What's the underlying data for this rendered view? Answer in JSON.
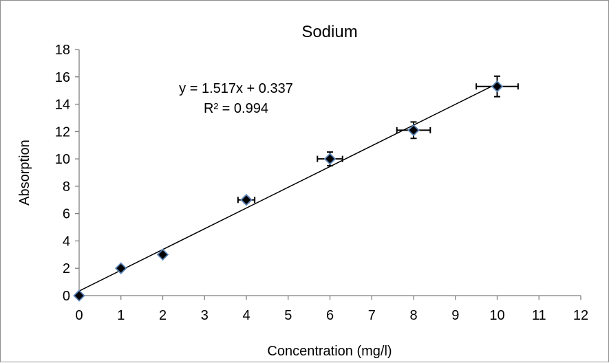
{
  "chart_data": {
    "type": "scatter",
    "title": "Sodium",
    "xlabel": "Concentration (mg/l)",
    "ylabel": "Absorption",
    "xlim": [
      0,
      12
    ],
    "ylim": [
      0,
      18
    ],
    "x_ticks": [
      0,
      1,
      2,
      3,
      4,
      5,
      6,
      7,
      8,
      9,
      10,
      11,
      12
    ],
    "y_ticks": [
      0,
      2,
      4,
      6,
      8,
      10,
      12,
      14,
      16,
      18
    ],
    "grid": false,
    "legend": "none",
    "series": [
      {
        "x": [
          0,
          1,
          2,
          4,
          6,
          8,
          10
        ],
        "y": [
          0,
          2,
          3,
          7,
          10,
          12.1,
          15.3
        ],
        "x_error": [
          0,
          0,
          0,
          0.2,
          0.3,
          0.4,
          0.5
        ],
        "y_error": [
          0,
          0,
          0.1,
          0.2,
          0.5,
          0.6,
          0.75
        ]
      }
    ],
    "trendline": {
      "slope": 1.517,
      "intercept": 0.337,
      "x_range": [
        0,
        10
      ],
      "equation_label": "y = 1.517x + 0.337",
      "r_squared_label": "R² = 0.994"
    },
    "colors": {
      "marker_fill": "#000000",
      "marker_outline": "#5b84b8",
      "line": "#000000",
      "axis": "#7f7f7f"
    }
  }
}
